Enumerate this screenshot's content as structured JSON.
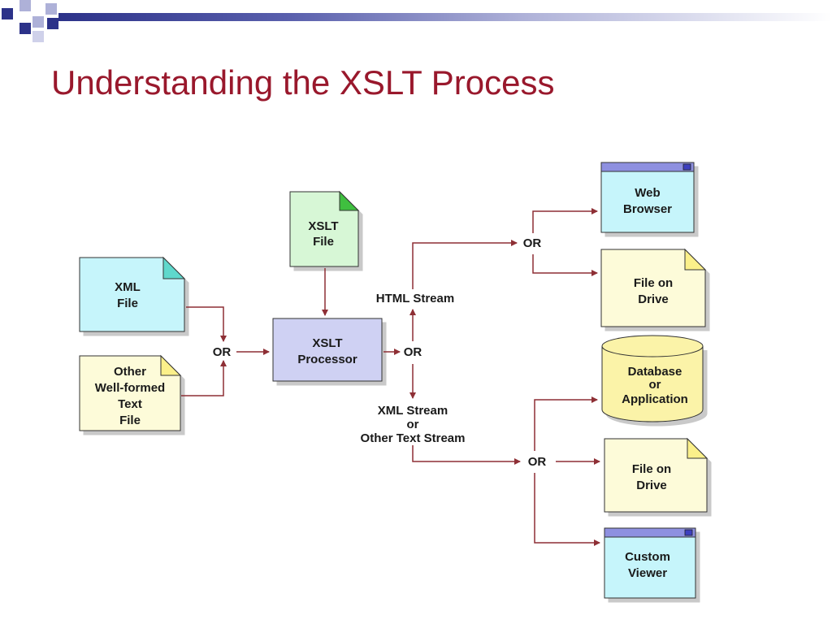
{
  "slide": {
    "title": "Understanding the XSLT Process"
  },
  "diagram": {
    "xml_file": [
      "XML",
      "File"
    ],
    "other_file": [
      "Other",
      "Well-formed",
      "Text",
      "File"
    ],
    "xslt_file": [
      "XSLT",
      "File"
    ],
    "processor": [
      "XSLT",
      "Processor"
    ],
    "or_label": "OR",
    "html_stream": "HTML Stream",
    "xml_stream": [
      "XML Stream",
      "or",
      "Other Text Stream"
    ],
    "web_browser": [
      "Web",
      "Browser"
    ],
    "file_on_drive": [
      "File on",
      "Drive"
    ],
    "database": [
      "Database",
      "or",
      "Application"
    ],
    "custom_viewer": [
      "Custom",
      "Viewer"
    ]
  },
  "colors": {
    "title": "#99182c",
    "connector": "#8e2f35",
    "cyan_doc": "#c6f5fb",
    "yellow_doc": "#fdfbd9",
    "green_doc": "#d7f7d6",
    "processor": "#cfd1f3",
    "database": "#fbf3a8"
  }
}
